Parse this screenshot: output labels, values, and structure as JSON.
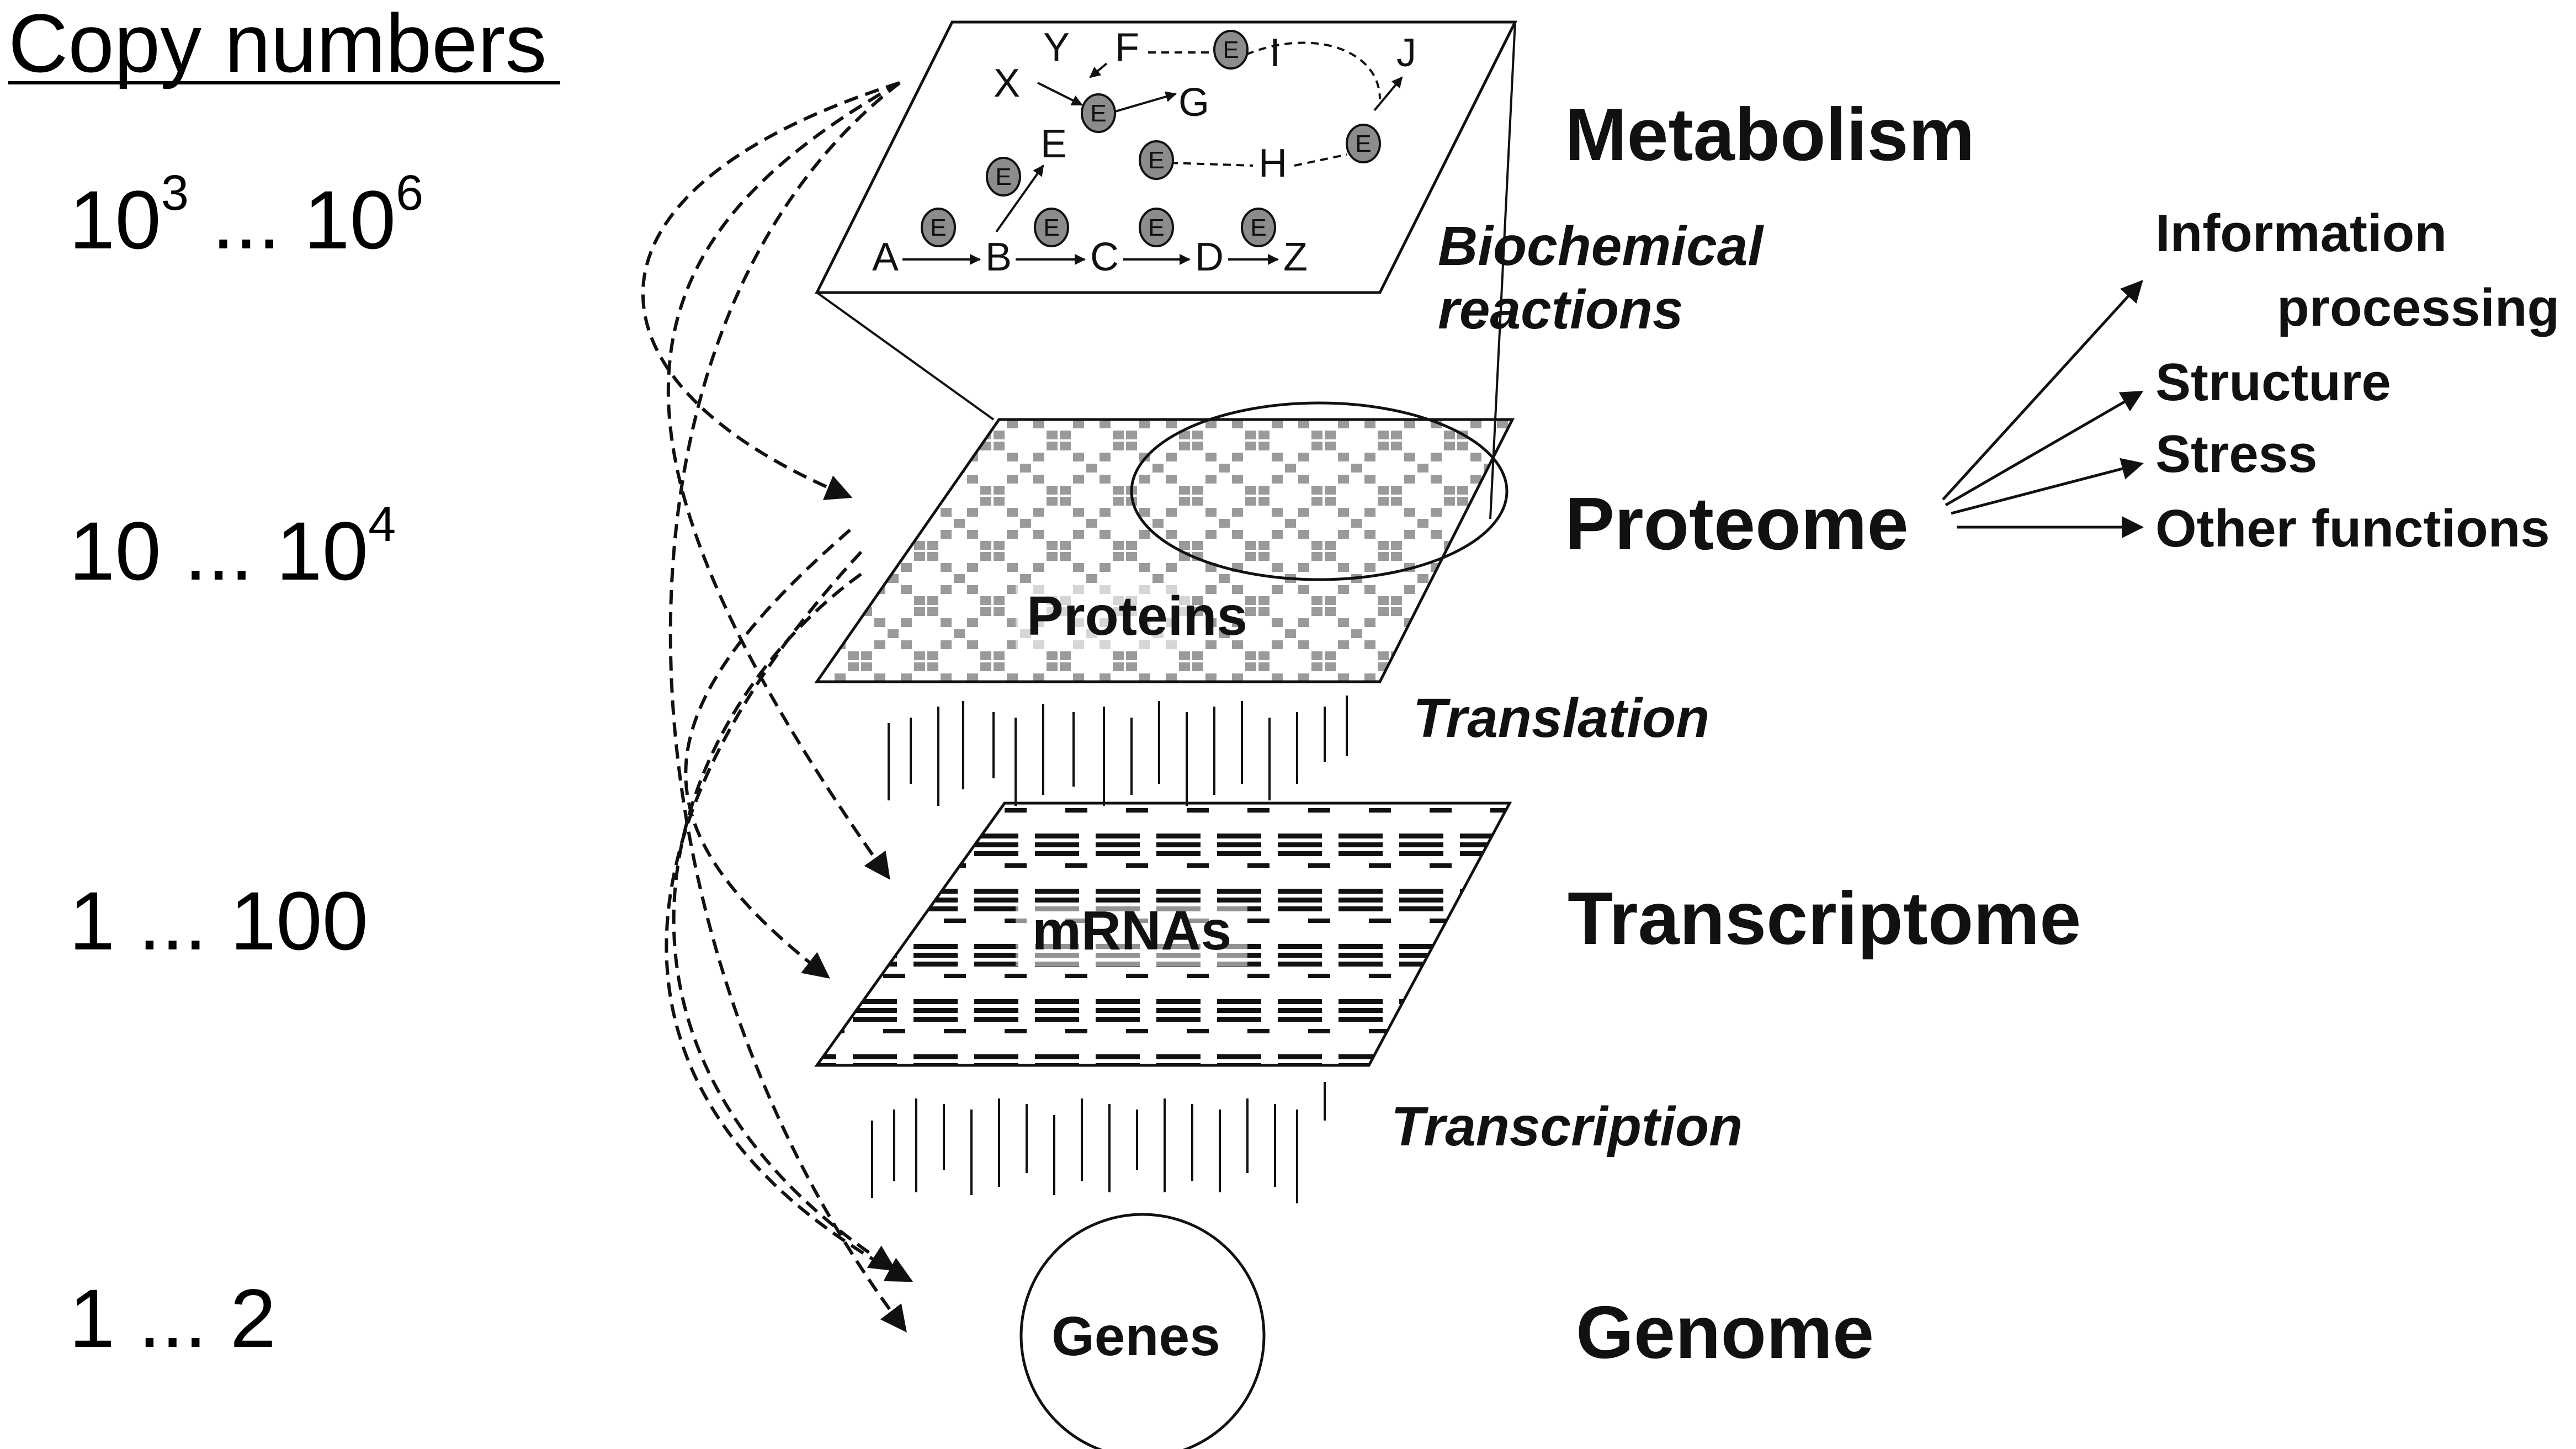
{
  "copy_numbers": {
    "header": "Copy numbers",
    "metabolism": {
      "base": "10",
      "exp": "3",
      "mid": " ... ",
      "base2": "10",
      "exp2": "6"
    },
    "proteome": {
      "prefix": "10 ... ",
      "base": "10",
      "exp": "4"
    },
    "transcriptome": "1 ... 100",
    "genome": "1 ... 2"
  },
  "levels": {
    "metabolism": "Metabolism",
    "proteome": "Proteome",
    "transcriptome": "Transcriptome",
    "genome": "Genome"
  },
  "processes": {
    "biochemical_1": "Biochemical",
    "biochemical_2": "reactions",
    "translation": "Translation",
    "transcription": "Transcription"
  },
  "inner_labels": {
    "proteins": "Proteins",
    "mrnas": "mRNAs",
    "genes": "Genes"
  },
  "functions": {
    "info_1": "Information",
    "info_2": "processing",
    "structure": "Structure",
    "stress": "Stress",
    "other": "Other functions"
  },
  "metabolites": [
    "A",
    "B",
    "C",
    "D",
    "Z",
    "E",
    "X",
    "Y",
    "F",
    "G",
    "H",
    "I",
    "J"
  ],
  "enzyme_label": "E",
  "colors": {
    "ink": "#111111",
    "pattern": "#9a9a9a",
    "enzyme": "#8c8c8c",
    "background": "#ffffff"
  }
}
